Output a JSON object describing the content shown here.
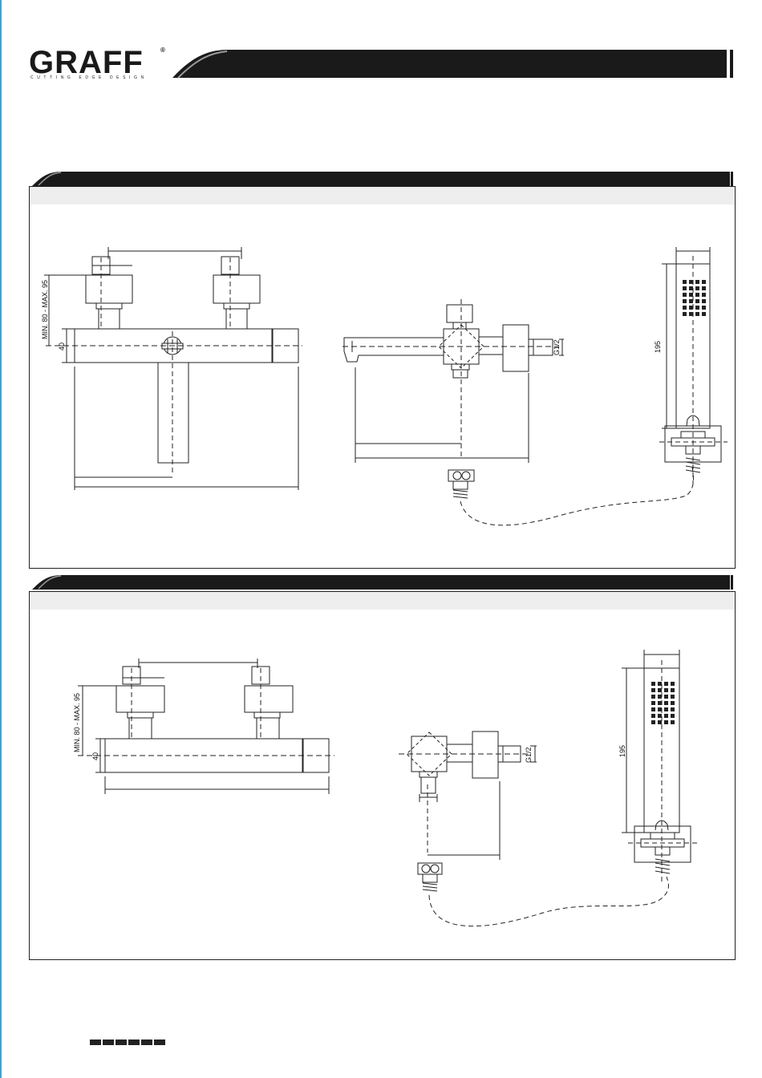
{
  "brand": {
    "name": "GRAFF",
    "registered": "®",
    "tagline": "CUTTING EDGE DESIGN"
  },
  "colors": {
    "band": "#1a1a1a",
    "panel_strip": "#eeeeee",
    "line": "#222222",
    "edge_accent": "#3aa6d8"
  },
  "panel1": {
    "dim_height_range": "MIN. 80 - MAX. 95",
    "dim_body_height": "40",
    "dim_thread": "G1/2",
    "dim_handshower_length": "195"
  },
  "panel2": {
    "dim_height_range": "MIN. 80 - MAX. 95",
    "dim_body_height": "40",
    "dim_thread": "G1/2",
    "dim_handshower_length": "195"
  },
  "footer": {
    "block_count": 6
  }
}
